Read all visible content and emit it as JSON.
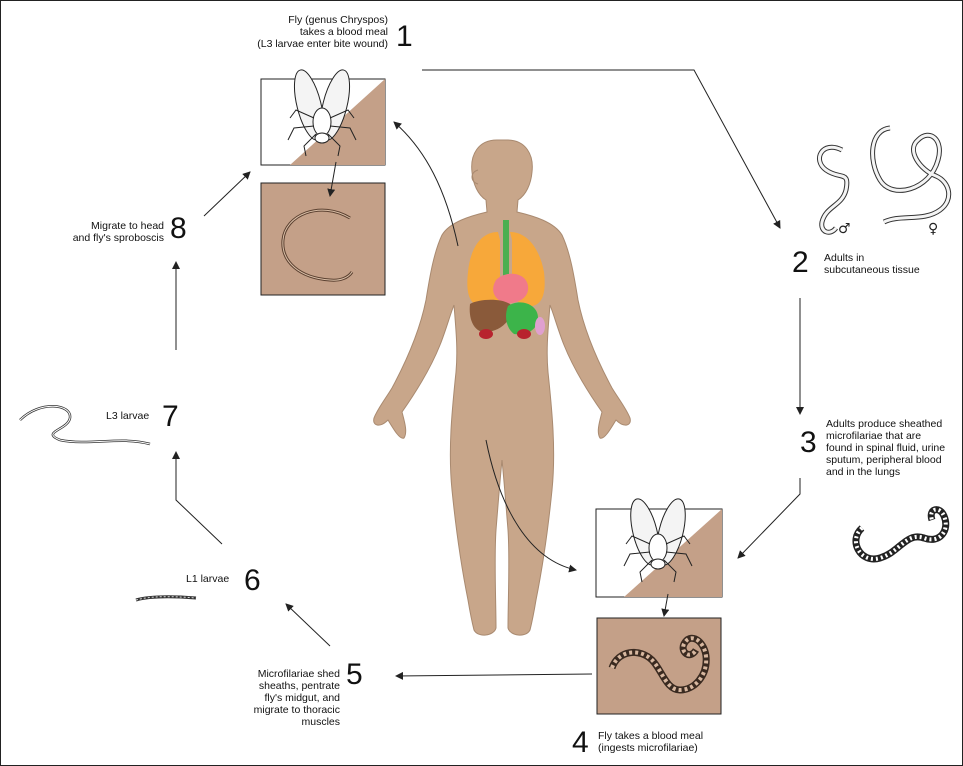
{
  "steps": [
    {
      "number": "1",
      "lines": [
        "Fly (genus Chryspos)",
        "takes a blood meal",
        "(L3 larvae enter bite wound)"
      ]
    },
    {
      "number": "2",
      "lines": [
        "Adults in",
        "subcutaneous tissue"
      ]
    },
    {
      "number": "3",
      "lines": [
        "Adults produce sheathed",
        "microfilariae that are",
        "found in spinal fluid, urine",
        "sputum, peripheral blood",
        "and in the lungs"
      ]
    },
    {
      "number": "4",
      "lines": [
        "Fly takes a blood meal",
        "(ingests microfilariae)"
      ]
    },
    {
      "number": "5",
      "lines": [
        "Microfilariae shed",
        "sheaths, pentrate",
        "fly's midgut, and",
        "migrate to thoracic",
        "muscles"
      ]
    },
    {
      "number": "6",
      "lines": [
        "L1 larvae"
      ]
    },
    {
      "number": "7",
      "lines": [
        "L3 larvae"
      ]
    },
    {
      "number": "8",
      "lines": [
        "Migrate to head",
        "and fly's sproboscis"
      ]
    }
  ],
  "symbols": {
    "male": "♂",
    "female": "♀"
  },
  "colors": {
    "skin": "#c8a68a",
    "tan_panel": "#c4a088",
    "lungs": "#f7a83a",
    "heart": "#f07a8a",
    "liver": "#8a5a3a",
    "stomach": "#3cb44a",
    "kidney": "#b8232e",
    "trachea": "#4caf50",
    "line": "#222222"
  }
}
